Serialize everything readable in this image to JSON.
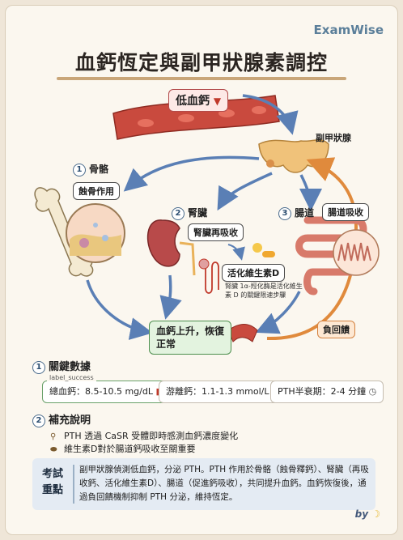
{
  "brand": "ExamWise",
  "title": "血鈣恆定與副甲狀腺素調控",
  "trigger": {
    "label": "低血鈣"
  },
  "parathyroid": {
    "label": "副甲狀腺"
  },
  "bone": {
    "number": "1",
    "title": "骨骼",
    "tag": "蝕骨作用"
  },
  "kidney": {
    "number": "2",
    "title": "腎臟",
    "tag": "腎臟再吸收",
    "sub_tag": "活化維生素D",
    "note": "腎臟 1α-羥化酶是活化維生素 D 的關鍵限速步驟"
  },
  "intestine": {
    "number": "3",
    "title": "腸道",
    "tag": "腸道吸收"
  },
  "outcome": {
    "label": "血鈣上升，恢復正常"
  },
  "feedback": {
    "label": "負回饋"
  },
  "key_data": {
    "number": "1",
    "heading": "關鍵數據",
    "mini_label": "label_success",
    "items": [
      "總血鈣：8.5-10.5 mg/dL",
      "游離鈣：1.1-1.3 mmol/L",
      "PTH半衰期：2-4 分鐘"
    ]
  },
  "notes": {
    "number": "2",
    "heading": "補充說明",
    "items": [
      "PTH 透過 CaSR 受體即時感測血鈣濃度變化",
      "維生素D對於腸道鈣吸收至關重要"
    ]
  },
  "exam": {
    "heading": "考試重點",
    "text": "副甲狀腺偵測低血鈣，分泌 PTH。PTH 作用於骨骼（蝕骨釋鈣）、腎臟（再吸收鈣、活化維生素D）、腸道（促進鈣吸收），共同提升血鈣。血鈣恢復後，通過負回饋機制抑制 PTH 分泌，維持恆定。"
  },
  "byline": "by",
  "colors": {
    "accent": "#5b7f9a",
    "arrow_blue": "#5a7fb5",
    "arrow_orange": "#e08a3c",
    "blood": "#c0392b"
  }
}
